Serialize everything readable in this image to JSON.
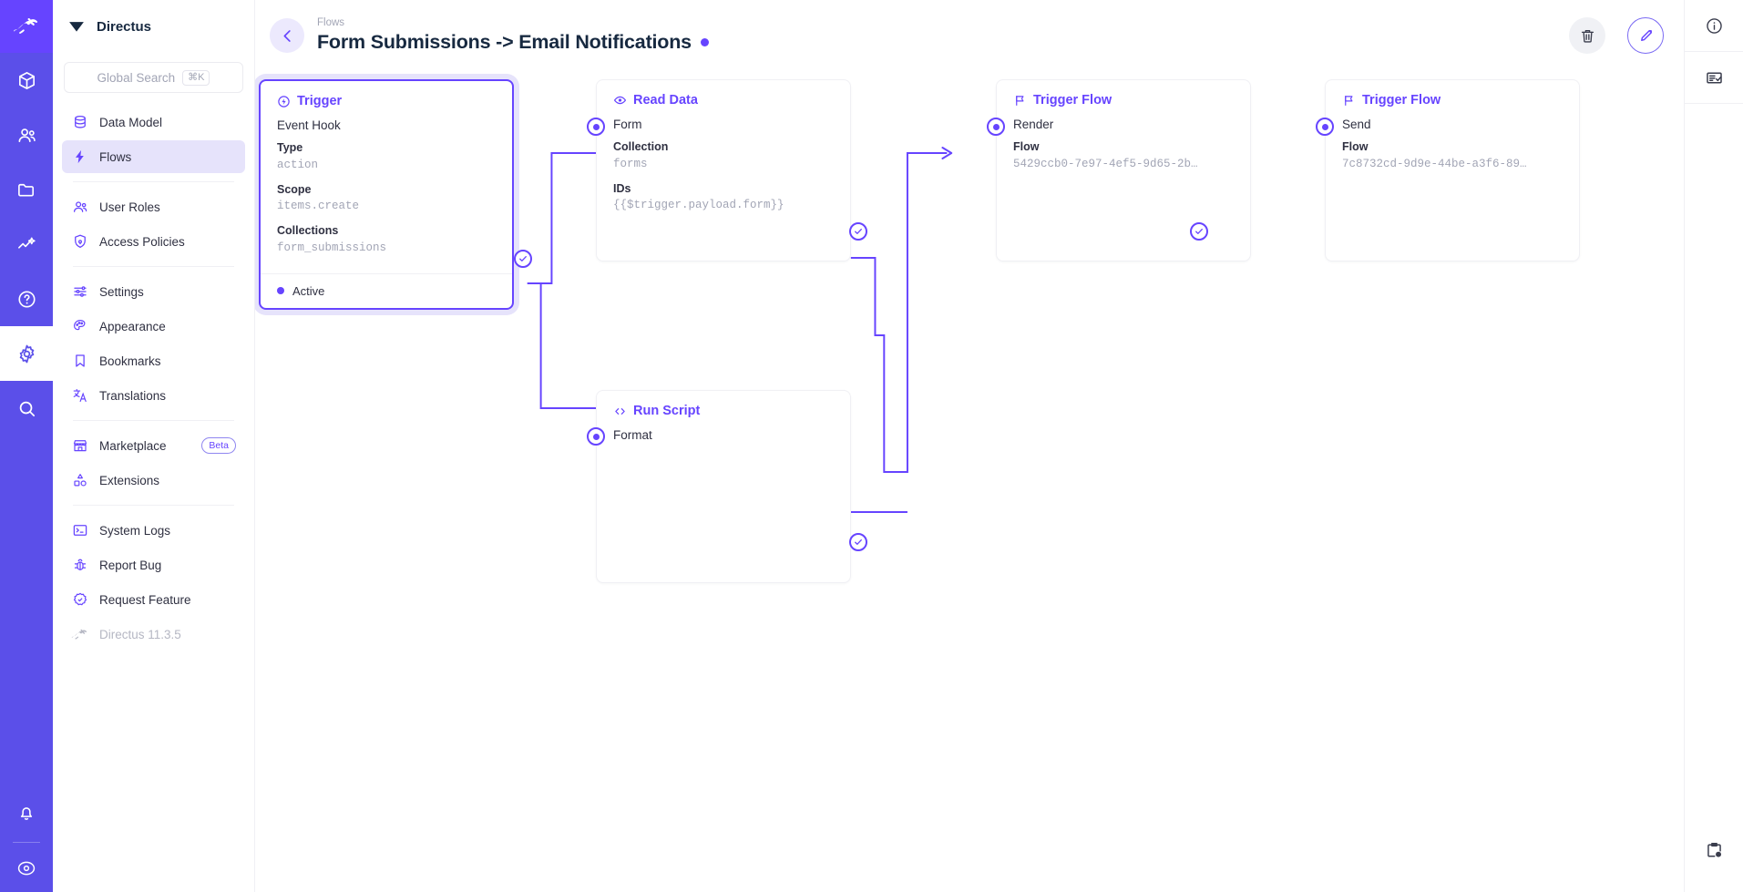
{
  "module_bar": {
    "items": [
      {
        "name": "directus-logo-icon",
        "label": "Directus"
      },
      {
        "name": "content-box-icon",
        "label": "Content"
      },
      {
        "name": "users-icon",
        "label": "User Directory"
      },
      {
        "name": "folder-icon",
        "label": "File Library"
      },
      {
        "name": "insights-chart-icon",
        "label": "Insights"
      },
      {
        "name": "help-circle-icon",
        "label": "Help"
      },
      {
        "name": "settings-gear-icon",
        "label": "Settings"
      },
      {
        "name": "search-icon",
        "label": "Search"
      }
    ],
    "bottom_items": [
      {
        "name": "notifications-bell-icon",
        "label": "Notifications"
      },
      {
        "name": "account-avatar-icon",
        "label": "Account"
      }
    ]
  },
  "sidebar": {
    "brand": "Directus",
    "search": {
      "placeholder": "Global Search",
      "shortcut": "⌘K"
    },
    "groups": [
      {
        "items": [
          {
            "label": "Data Model",
            "icon": "database-icon",
            "active": false
          },
          {
            "label": "Flows",
            "icon": "lightning-bolt-icon",
            "active": true
          }
        ]
      },
      {
        "items": [
          {
            "label": "User Roles",
            "icon": "users-icon",
            "active": false
          },
          {
            "label": "Access Policies",
            "icon": "shield-lock-icon",
            "active": false
          }
        ]
      },
      {
        "items": [
          {
            "label": "Settings",
            "icon": "sliders-icon",
            "active": false
          },
          {
            "label": "Appearance",
            "icon": "palette-icon",
            "active": false
          },
          {
            "label": "Bookmarks",
            "icon": "bookmark-icon",
            "active": false
          },
          {
            "label": "Translations",
            "icon": "translate-icon",
            "active": false
          }
        ]
      },
      {
        "items": [
          {
            "label": "Marketplace",
            "icon": "storefront-icon",
            "badge": "Beta",
            "active": false
          },
          {
            "label": "Extensions",
            "icon": "extensions-icon",
            "active": false
          }
        ]
      },
      {
        "items": [
          {
            "label": "System Logs",
            "icon": "terminal-icon",
            "active": false
          },
          {
            "label": "Report Bug",
            "icon": "bug-icon",
            "active": false
          },
          {
            "label": "Request Feature",
            "icon": "feature-check-icon",
            "active": false
          },
          {
            "label": "Directus 11.3.5",
            "icon": "directus-rabbit-icon",
            "active": false,
            "muted": true
          }
        ]
      }
    ]
  },
  "header": {
    "breadcrumb": "Flows",
    "title": "Form Submissions -> Email Notifications",
    "status_dot_color": "#6644ff",
    "back_button": "back-arrow",
    "actions": [
      {
        "name": "delete-flow-button",
        "icon": "trash-icon"
      },
      {
        "name": "edit-flow-button",
        "icon": "pencil-icon"
      }
    ]
  },
  "right_rail": {
    "items": [
      {
        "name": "info-icon",
        "label": "Info"
      },
      {
        "name": "flow-logs-icon",
        "label": "Logs"
      }
    ],
    "bottom": {
      "name": "clipboard-history-icon",
      "label": "Activity"
    }
  },
  "flow": {
    "nodes": [
      {
        "id": "trigger",
        "type": "Trigger",
        "icon": "trigger-bolt-circle-icon",
        "name": "Event Hook",
        "selected": true,
        "fields": [
          {
            "label": "Type",
            "value": "action"
          },
          {
            "label": "Scope",
            "value": "items.create"
          },
          {
            "label": "Collections",
            "value": "form_submissions"
          }
        ],
        "footer": {
          "status": "Active"
        }
      },
      {
        "id": "read-data",
        "type": "Read Data",
        "icon": "eye-icon",
        "name": "Form",
        "selected": false,
        "fields": [
          {
            "label": "Collection",
            "value": "forms"
          },
          {
            "label": "IDs",
            "value": "{{$trigger.payload.form}}"
          }
        ]
      },
      {
        "id": "run-script",
        "type": "Run Script",
        "icon": "code-brackets-icon",
        "name": "Format",
        "selected": false,
        "fields": []
      },
      {
        "id": "trigger-flow-render",
        "type": "Trigger Flow",
        "icon": "flag-icon",
        "name": "Render",
        "selected": false,
        "fields": [
          {
            "label": "Flow",
            "value": "5429ccb0-7e97-4ef5-9d65-2b…"
          }
        ]
      },
      {
        "id": "trigger-flow-send",
        "type": "Trigger Flow",
        "icon": "flag-icon",
        "name": "Send",
        "selected": false,
        "fields": [
          {
            "label": "Flow",
            "value": "7c8732cd-9d9e-44be-a3f6-89…"
          }
        ]
      }
    ],
    "edge_color": "#6644ff"
  }
}
